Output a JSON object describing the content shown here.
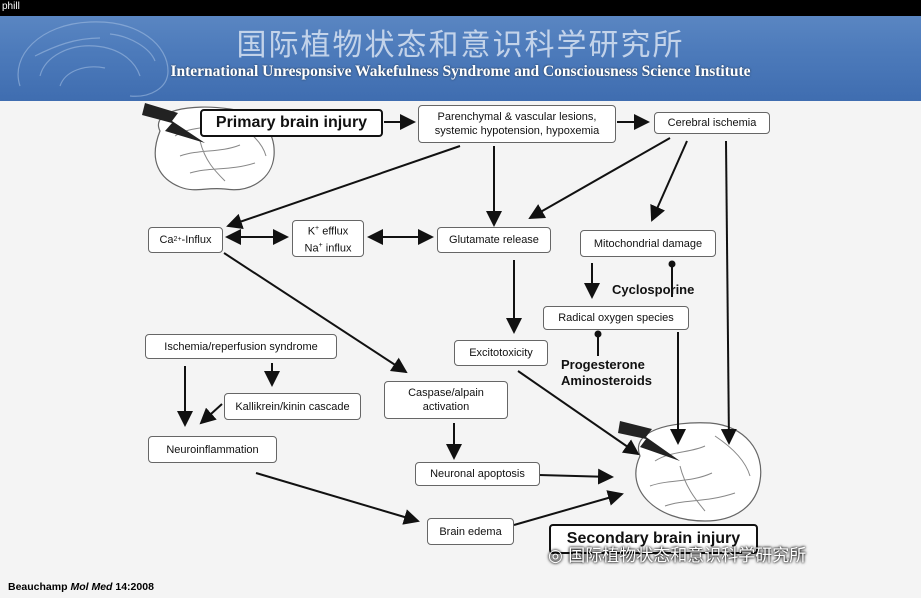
{
  "window": {
    "user_name": "phill"
  },
  "banner": {
    "title_zh": "国际植物状态和意识科学研究所",
    "title_en": "International Unresponsive Wakefulness Syndrome and Consciousness Science Institute"
  },
  "diagram": {
    "nodes": {
      "primary": "Primary brain injury",
      "parenchymal": "Parenchymal & vascular lesions, systemic hypotension, hypoxemia",
      "cerebral_ischemia": "Cerebral ischemia",
      "ca_influx_pre": "Ca",
      "ca_influx_sup": "2+",
      "ca_influx_post": "-Influx",
      "k_efflux_pre": "K",
      "k_efflux_sup": "+",
      "k_efflux_post": " efflux",
      "na_influx_pre": "Na",
      "na_influx_sup": "+",
      "na_influx_post": " influx",
      "glutamate": "Glutamate release",
      "mito": "Mitochondrial damage",
      "cyclosporine": "Cyclosporine",
      "ros": "Radical oxygen species",
      "progesterone": "Progesterone",
      "aminosteroids": "Aminosteroids",
      "excitotoxicity": "Excitotoxicity",
      "ischemia_reperfusion": "Ischemia/reperfusion syndrome",
      "kallikrein": "Kallikrein/kinin cascade",
      "neuroinflammation": "Neuroinflammation",
      "caspase": "Caspase/alpain activation",
      "apoptosis": "Neuronal apoptosis",
      "edema": "Brain edema",
      "secondary": "Secondary brain injury"
    }
  },
  "citation": {
    "author": "Beauchamp",
    "journal": "Mol Med",
    "ref": "14:2008"
  },
  "watermark": "国际植物状态和意识科学研究所"
}
